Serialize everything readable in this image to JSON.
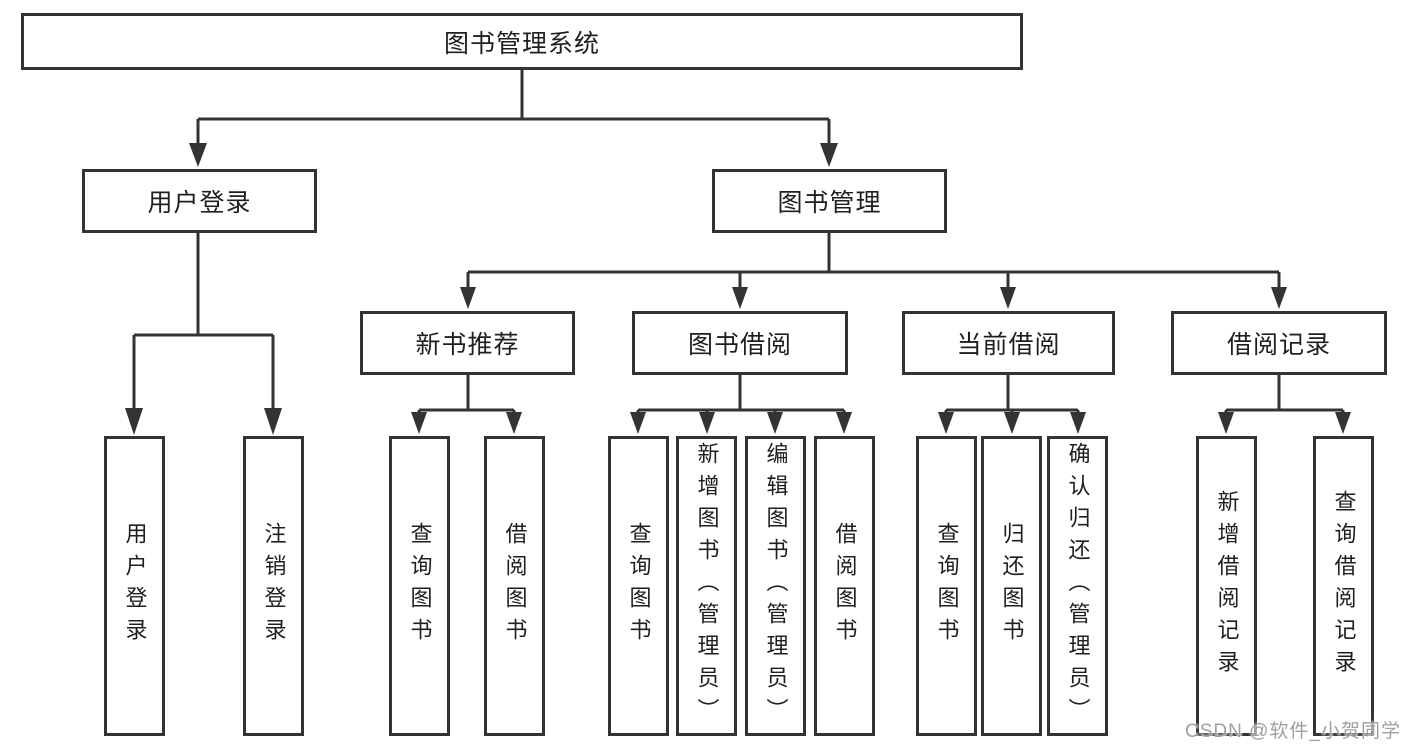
{
  "diagram": {
    "root": {
      "label": "图书管理系统"
    },
    "level2": [
      {
        "label": "用户登录"
      },
      {
        "label": "图书管理"
      }
    ],
    "level3": [
      {
        "label": "新书推荐"
      },
      {
        "label": "图书借阅"
      },
      {
        "label": "当前借阅"
      },
      {
        "label": "借阅记录"
      }
    ],
    "leaves": {
      "user": [
        "用户登录",
        "注销登录"
      ],
      "recommend": [
        "查询图书",
        "借阅图书"
      ],
      "borrow": [
        "查询图书",
        "新增图书（管理员）",
        "编辑图书（管理员）",
        "借阅图书"
      ],
      "current": [
        "查询图书",
        "归还图书",
        "确认归还（管理员）"
      ],
      "records": [
        "新增借阅记录",
        "查询借阅记录"
      ]
    }
  },
  "watermark": {
    "text": "CSDN @软件_小贺同学"
  },
  "colors": {
    "line": "#333333",
    "text": "#1f1f1f",
    "watermark": "#a0a0a0",
    "background": "#ffffff"
  }
}
